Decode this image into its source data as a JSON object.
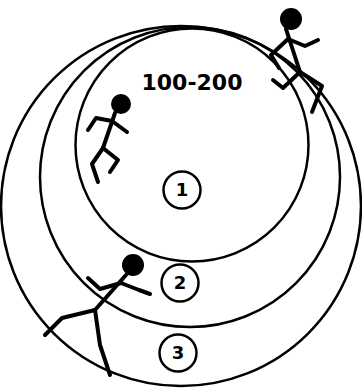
{
  "diagram": {
    "nodes": [
      {
        "text": [
          "100-200"
        ]
      },
      {
        "text": [
          "1"
        ],
        "in": 0
      },
      {
        "text": [
          "2"
        ]
      },
      {
        "text": [
          "3"
        ]
      }
    ]
  }
}
